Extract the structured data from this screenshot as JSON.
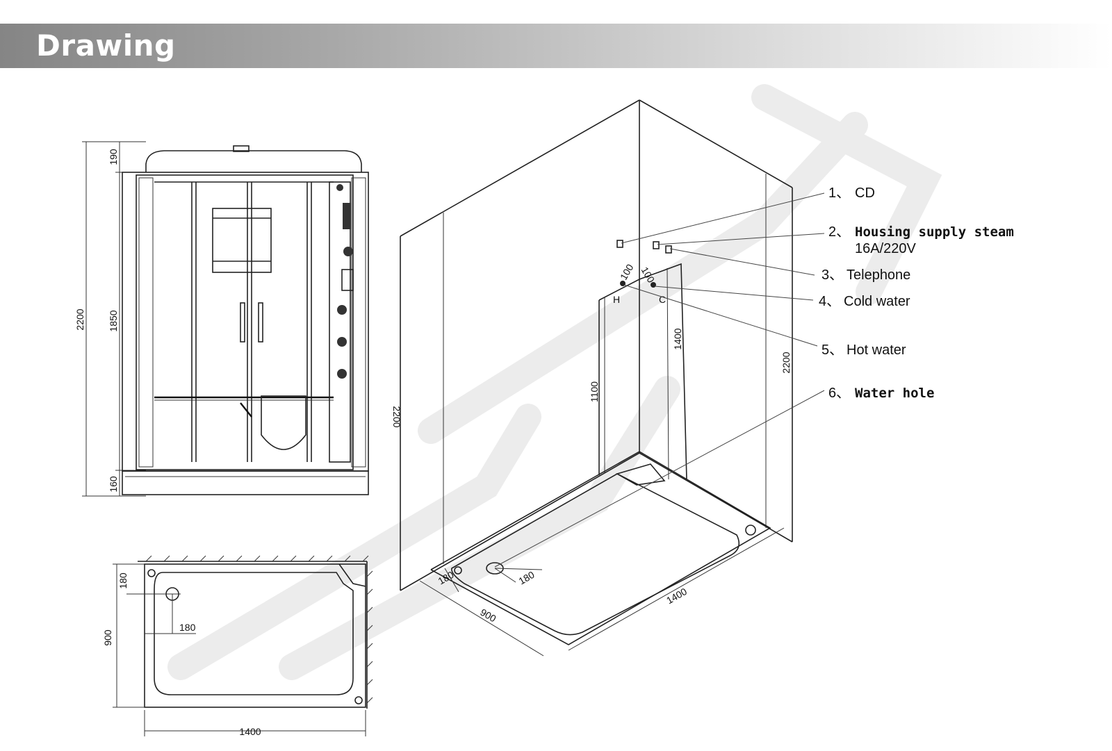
{
  "banner": {
    "title": "Drawing"
  },
  "front_view": {
    "dims": {
      "total_height": "2200",
      "top_height": "190",
      "mid_height": "1850",
      "base_height": "160"
    }
  },
  "plan_view": {
    "dims": {
      "depth": "900",
      "width": "1400",
      "drain_offset_y": "180",
      "drain_offset_x": "180"
    }
  },
  "iso_view": {
    "dims": {
      "height_left": "2200",
      "height_right": "2200",
      "pipe_height": "1100",
      "supply_height": "1400",
      "pipe_spacing_1": "100",
      "pipe_spacing_2": "100",
      "depth": "900",
      "width": "1400",
      "drain_x": "180",
      "drain_y": "180"
    },
    "pipe_letters": {
      "hot": "H",
      "cold": "C"
    }
  },
  "legend": {
    "items": [
      {
        "num": "1、",
        "label": "CD"
      },
      {
        "num": "2、",
        "label": "Housing supply steam",
        "sub": "16A/220V"
      },
      {
        "num": "3、",
        "label": "Telephone"
      },
      {
        "num": "4、",
        "label": "Cold water"
      },
      {
        "num": "5、",
        "label": "Hot water"
      },
      {
        "num": "6、",
        "label": "Water hole"
      }
    ]
  },
  "colors": {
    "line": "#222222",
    "banner_dark": "#858585",
    "banner_light": "#ffffff",
    "watermark": "#ececec"
  }
}
